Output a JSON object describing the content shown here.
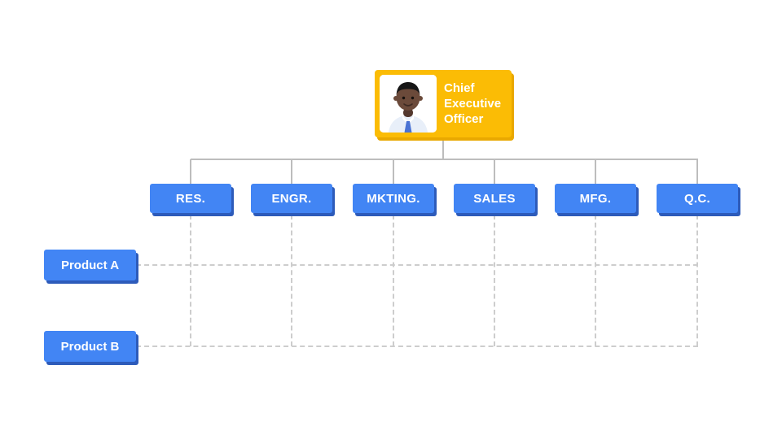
{
  "org_chart": {
    "ceo": {
      "label": "Chief Executive Officer",
      "avatar_icon": "male-executive-avatar"
    },
    "departments": [
      {
        "label": "RES."
      },
      {
        "label": "ENGR."
      },
      {
        "label": "MKTING."
      },
      {
        "label": "SALES"
      },
      {
        "label": "MFG."
      },
      {
        "label": "Q.C."
      }
    ],
    "products": [
      {
        "label": "Product A"
      },
      {
        "label": "Product B"
      }
    ],
    "colors": {
      "ceo_box": "#FBBC05",
      "ceo_box_shadow": "#E9A800",
      "department_box": "#4285F4",
      "department_box_shadow": "#2D5BBA",
      "solid_connector": "#BDBDBD",
      "dashed_connector": "#CDCDCD",
      "label_text": "#FFFFFF",
      "background": "#FFFFFF"
    }
  }
}
